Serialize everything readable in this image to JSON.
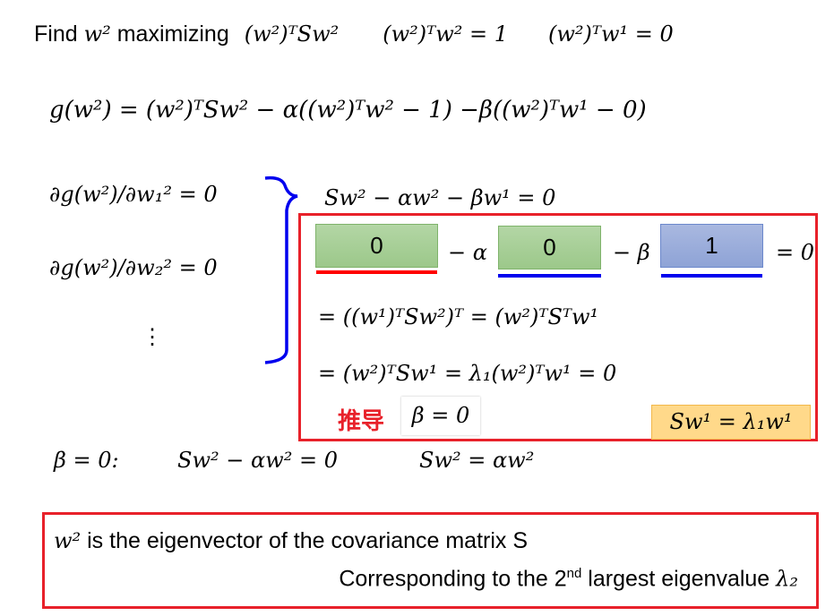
{
  "line1": {
    "find": "Find",
    "var": "w²",
    "maximizing": "maximizing",
    "objective": "(w²)ᵀSw²",
    "constraint1": "(w²)ᵀw² = 1",
    "constraint2": "(w²)ᵀw¹ = 0"
  },
  "lagrangian": "g(w²) = (w²)ᵀSw² − α((w²)ᵀw² − 1)  −β((w²)ᵀw¹ − 0)",
  "partials": [
    "∂g(w²)/∂w₁² = 0",
    "∂g(w²)/∂w₂² = 0",
    "⋮"
  ],
  "gradient_eq": "Sw² − αw² − βw¹ = 0",
  "derivation_box": {
    "term_patches": [
      "0",
      "0",
      "1"
    ],
    "minus_alpha": "− α",
    "minus_beta": "− β",
    "equals_zero": "= 0",
    "step1": "= ((w¹)ᵀSw²)ᵀ = (w²)ᵀSᵀw¹",
    "step2": "= (w²)ᵀSw¹ = λ₁(w²)ᵀw¹ = 0",
    "derive_label": "推导",
    "beta_result": "β = 0",
    "eigen_note": "Sw¹ = λ₁w¹"
  },
  "beta_line": {
    "cond": "β = 0:",
    "eq1": "Sw² − αw² = 0",
    "eq2": "Sw² = αw²"
  },
  "conclusion": {
    "var": "w²",
    "line1": " is the eigenvector of the covariance matrix S",
    "line2_pre": "Corresponding to the 2",
    "line2_sup": "nd",
    "line2_post": " largest eigenvalue ",
    "lambda": "λ₂"
  },
  "colors": {
    "red": "#e8212a",
    "blue": "#0000ee",
    "orange": "#ffd98a"
  }
}
